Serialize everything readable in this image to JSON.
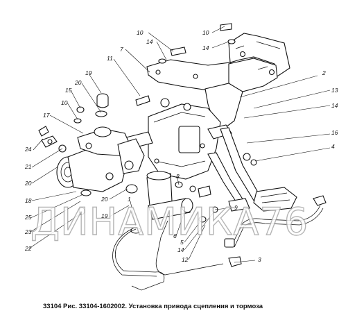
{
  "caption": "33104 Рис. 33104-1602002. Установка привода сцепления и тормоза",
  "watermark": "ДИНАМИКА76",
  "callouts": [
    "10",
    "10",
    "14",
    "14",
    "7",
    "11",
    "2",
    "19",
    "20",
    "15",
    "13",
    "10",
    "14",
    "17",
    "16",
    "24",
    "4",
    "21",
    "20",
    "18",
    "8",
    "25",
    "20",
    "23",
    "19",
    "1",
    "9",
    "22",
    "6",
    "5",
    "14",
    "12",
    "3"
  ]
}
